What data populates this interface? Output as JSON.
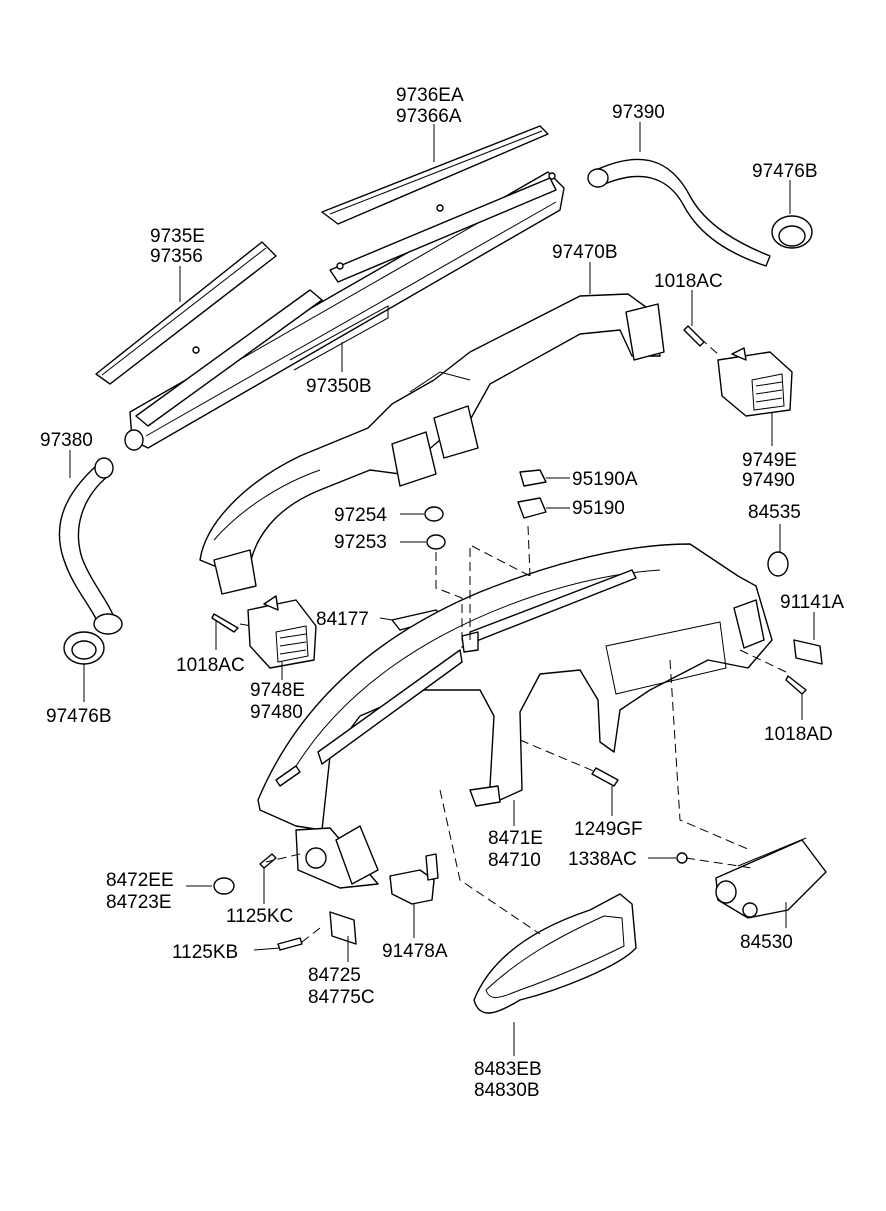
{
  "labels": {
    "l_9736EA": "9736EA",
    "l_97366A": "97366A",
    "l_97390": "97390",
    "l_97476B_top": "97476B",
    "l_9735E": "9735E",
    "l_97356": "97356",
    "l_97470B": "97470B",
    "l_1018AC_top": "1018AC",
    "l_97350B": "97350B",
    "l_97380": "97380",
    "l_9749E": "9749E",
    "l_97490": "97490",
    "l_95190A": "95190A",
    "l_97254": "97254",
    "l_95190": "95190",
    "l_84535": "84535",
    "l_97253": "97253",
    "l_91141A": "91141A",
    "l_84177": "84177",
    "l_1018AC_left": "1018AC",
    "l_9748E": "9748E",
    "l_97480": "97480",
    "l_97476B_bottom": "97476B",
    "l_1018AD": "1018AD",
    "l_8471E": "8471E",
    "l_84710": "84710",
    "l_1249GF": "1249GF",
    "l_1338AC": "1338AC",
    "l_8472EE": "8472EE",
    "l_84723E": "84723E",
    "l_1125KC": "1125KC",
    "l_84530": "84530",
    "l_1125KB": "1125KB",
    "l_91478A": "91478A",
    "l_84725": "84725",
    "l_84775C": "84775C",
    "l_8483EB": "8483EB",
    "l_84830B": "84830B"
  }
}
